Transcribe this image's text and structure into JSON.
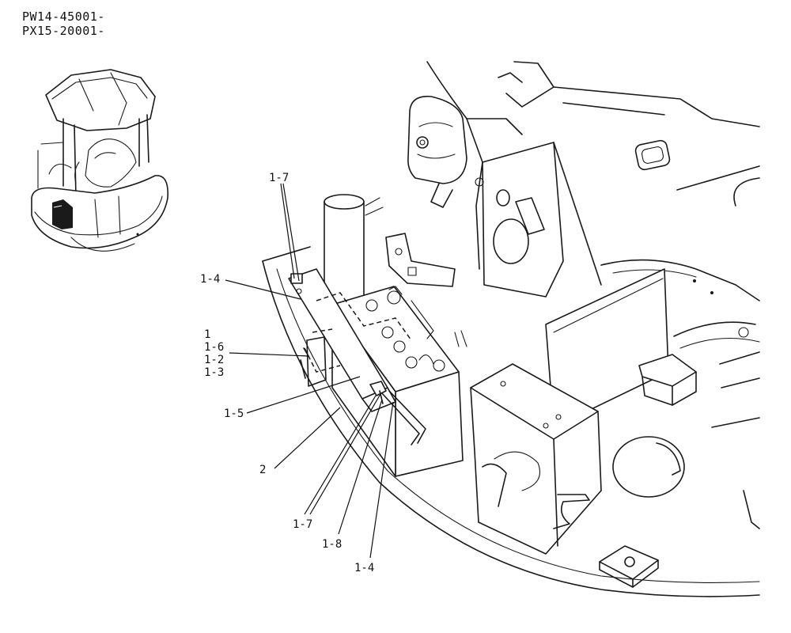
{
  "serials": [
    "PW14-45001-",
    "PX15-20001-"
  ],
  "callouts": {
    "c17_top": "1-7",
    "c14_left": "1-4",
    "c1": "1",
    "c16": "1-6",
    "c12": "1-2",
    "c13": "1-3",
    "c15": "1-5",
    "c2": "2",
    "c17_bottom": "1-7",
    "c18": "1-8",
    "c14_bottom": "1-4"
  }
}
